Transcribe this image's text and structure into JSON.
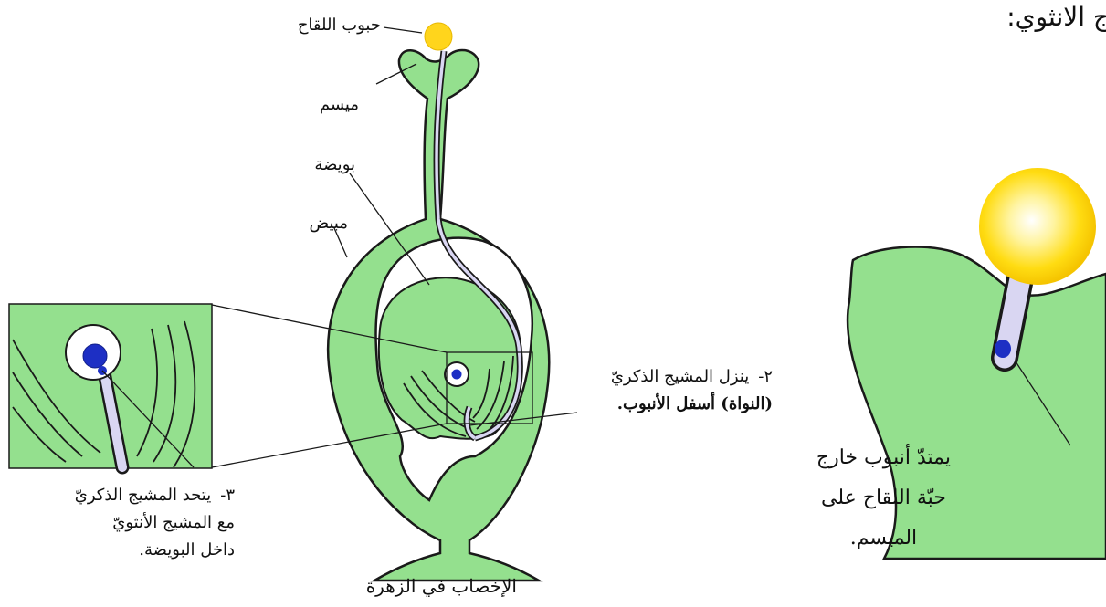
{
  "labels": {
    "pollen_grains": "حبوب اللقاح",
    "stigma": "ميسم",
    "ovule": "بويضة",
    "ovary": "مبيض"
  },
  "steps": {
    "step2": {
      "number": "٢-",
      "line1": "ينزل المشيج الذكريّ",
      "line2": "(النواة) أسفل الأنبوب."
    },
    "step3": {
      "number": "٣-",
      "line1": "يتحد المشيج الذكريّ",
      "line2": "مع المشيج الأنثويّ",
      "line3": "داخل البويضة."
    },
    "step1": {
      "line1": "يمتدّ أنبوب خارج",
      "line2": "حبّة اللقاح على",
      "line3": "الميسم."
    }
  },
  "caption": "الإخصاب في الزهرة",
  "heading_fragment": "ج الانثوي:",
  "colors": {
    "tissue_green": "#94e08e",
    "outline": "#1a1a1a",
    "pollen_yellow": "#ffd80a",
    "nucleus_blue": "#1d2fc4",
    "tube_lavender": "#d9d6f2"
  }
}
